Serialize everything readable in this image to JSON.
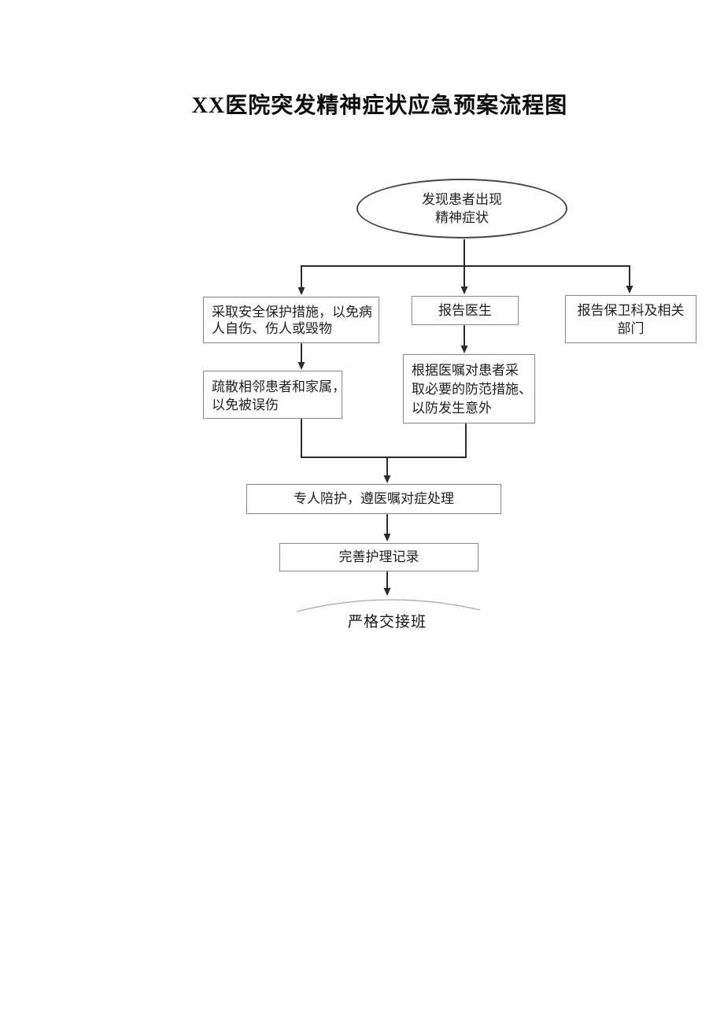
{
  "document": {
    "title": "XX医院突发精神症状应急预案流程图"
  },
  "flowchart": {
    "type": "flowchart",
    "nodes": {
      "start": {
        "shape": "ellipse",
        "label": "发现患者出现\n精神症状"
      },
      "protect": {
        "shape": "rectangle",
        "label": "采取安全保护措施，以免病\n人自伤、伤人或毁物"
      },
      "report_doctor": {
        "shape": "rectangle",
        "label": "报告医生"
      },
      "report_security": {
        "shape": "rectangle",
        "label": "报告保卫科及相关\n部门"
      },
      "evacuate": {
        "shape": "rectangle",
        "label": "疏散相邻患者和家属，\n以免被误伤"
      },
      "precautions": {
        "shape": "rectangle",
        "label": "根据医嘱对患者采\n取必要的防范措施、\n以防发生意外"
      },
      "accompany": {
        "shape": "rectangle",
        "label": "专人陪护，遵医嘱对症处理"
      },
      "records": {
        "shape": "rectangle",
        "label": "完善护理记录"
      },
      "handover": {
        "shape": "curve-label",
        "label": "严格交接班"
      }
    },
    "edges": [
      {
        "from": "start",
        "to": "protect"
      },
      {
        "from": "start",
        "to": "report_doctor"
      },
      {
        "from": "start",
        "to": "report_security"
      },
      {
        "from": "protect",
        "to": "evacuate"
      },
      {
        "from": "report_doctor",
        "to": "precautions"
      },
      {
        "from": "evacuate",
        "to": "accompany"
      },
      {
        "from": "precautions",
        "to": "accompany"
      },
      {
        "from": "accompany",
        "to": "records"
      },
      {
        "from": "records",
        "to": "handover"
      }
    ],
    "colors": {
      "box_border": "#8f8f8f",
      "ellipse_border": "#474747",
      "connector": "#2b2b2b",
      "curve": "#a9a9a9",
      "text": "#1f1f1f",
      "background": "#ffffff"
    }
  }
}
